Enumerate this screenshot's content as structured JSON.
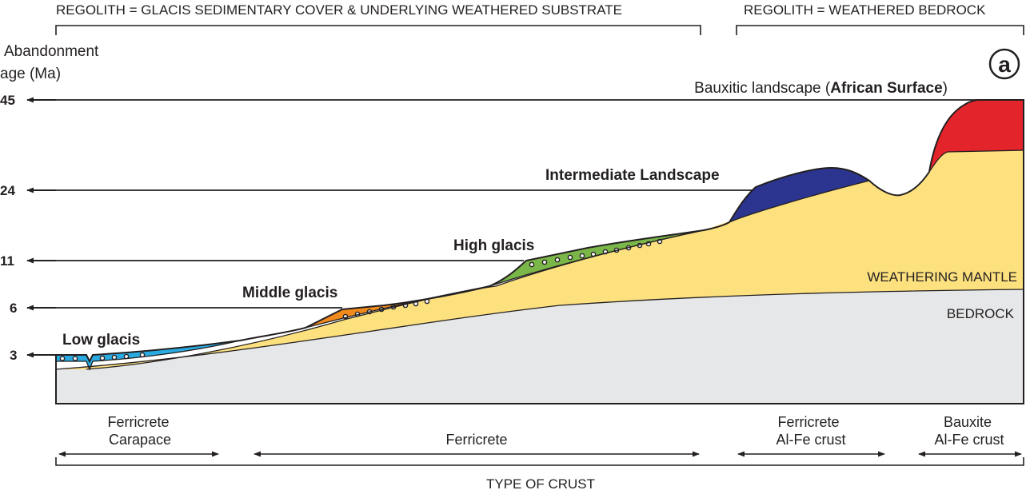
{
  "header": {
    "regolith_left": "REGOLITH = GLACIS SEDIMENTARY COVER & UNDERLYING WEATHERED SUBSTRATE",
    "regolith_right": "REGOLITH = WEATHERED BEDROCK"
  },
  "y_axis": {
    "title_line1": "Abandonment",
    "title_line2": "age (Ma)",
    "ticks": [
      "45",
      "24",
      "11",
      "6",
      "3"
    ]
  },
  "panel_label": "a",
  "landscapes": {
    "bauxitic_prefix": "Bauxitic landscape (",
    "bauxitic_bold": "African Surface",
    "bauxitic_suffix": ")",
    "intermediate": "Intermediate Landscape",
    "high_glacis": "High glacis",
    "middle_glacis": "Middle glacis",
    "low_glacis": "Low glacis"
  },
  "layers": {
    "weathering_mantle": "WEATHERING MANTLE",
    "bedrock": "BEDROCK"
  },
  "crust_types": [
    {
      "line1": "Ferricrete",
      "line2": "Carapace"
    },
    {
      "line1": "",
      "line2": "Ferricrete"
    },
    {
      "line1": "Ferricrete",
      "line2": "Al-Fe crust"
    },
    {
      "line1": "Bauxite",
      "line2": "Al-Fe crust"
    }
  ],
  "footer": {
    "type_of_crust": "TYPE OF CRUST"
  },
  "colors": {
    "bauxite": "#e3242b",
    "intermediate": "#2b3590",
    "high_glacis": "#7ab648",
    "middle_glacis": "#f08a1d",
    "low_glacis": "#29abe2",
    "weathering_mantle": "#fde17f",
    "bedrock": "#e6e7e8"
  }
}
